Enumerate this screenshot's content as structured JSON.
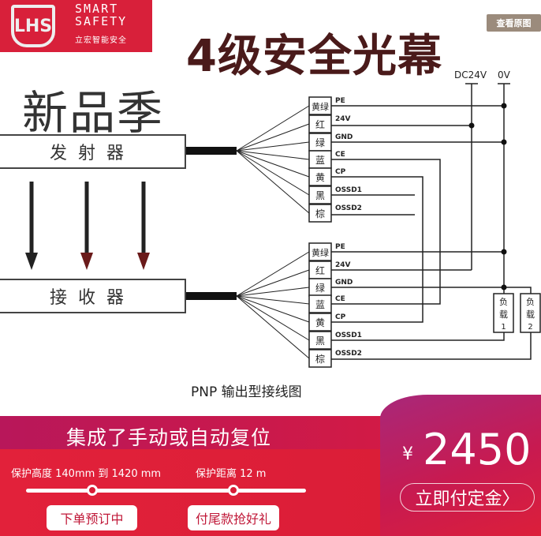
{
  "logo": {
    "mark": "LHS",
    "line1": "SMART",
    "line2": "SAFETY",
    "line3": "立宏智能安全"
  },
  "title": "4级安全光幕",
  "view_original": "查看原图",
  "season": "新品季",
  "emitter": "发射器",
  "receiver": "接收器",
  "power": {
    "dc": "DC24V",
    "zero": "0V"
  },
  "wire_colors": [
    "黄绿",
    "红",
    "绿",
    "蓝",
    "黄",
    "黑",
    "棕"
  ],
  "signals": [
    "PE",
    "24V",
    "GND",
    "CE",
    "CP",
    "OSSD1",
    "OSSD2"
  ],
  "loads": [
    {
      "name": "负载",
      "num": "1"
    },
    {
      "name": "负载",
      "num": "2"
    }
  ],
  "caption": "PNP  输出型接线图",
  "banner": {
    "slogan": "集成了手动或自动复位",
    "spec_height": "保护高度 140mm 到 1420 mm",
    "spec_distance": "保护距离 12 m",
    "tag1": "下单预订中",
    "tag2": "付尾款抢好礼"
  },
  "price": {
    "currency": "¥",
    "value": "2450",
    "button": "立即付定金〉"
  }
}
